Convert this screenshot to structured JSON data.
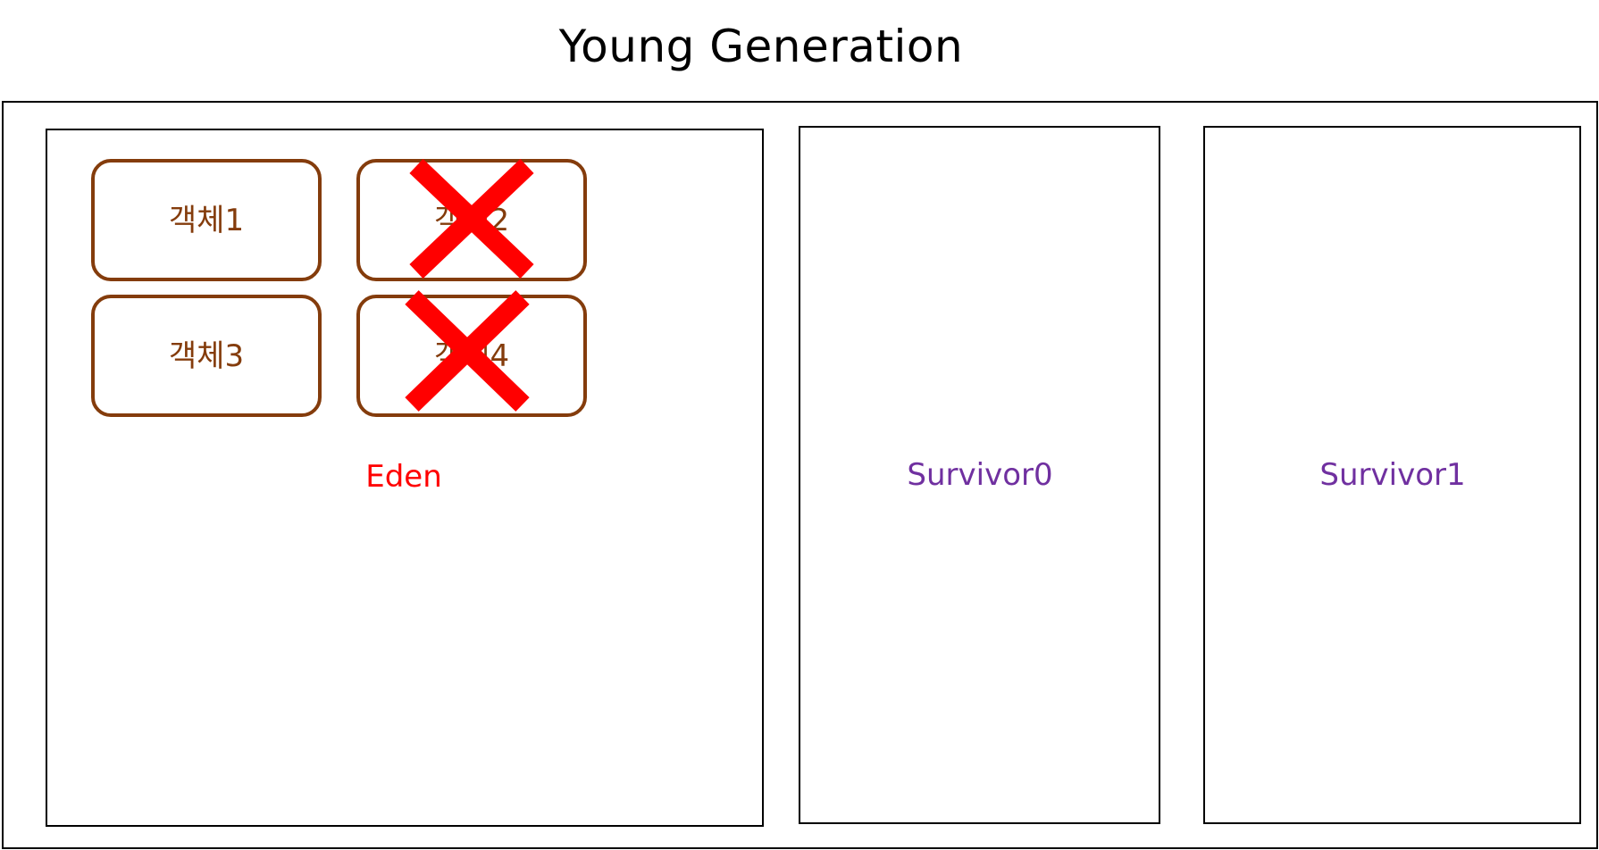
{
  "title": "Young Generation",
  "colors": {
    "border": "#000000",
    "object_border": "#843c0c",
    "object_text": "#843c0c",
    "eden_label": "#ff0000",
    "survivor_label": "#7030a0",
    "cross": "#ff0000"
  },
  "regions": {
    "eden": {
      "label": "Eden"
    },
    "survivor0": {
      "label": "Survivor0"
    },
    "survivor1": {
      "label": "Survivor1"
    }
  },
  "objects": [
    {
      "label": "객체1",
      "removed": false
    },
    {
      "label": "객체2",
      "removed": true
    },
    {
      "label": "객체3",
      "removed": false
    },
    {
      "label": "객체4",
      "removed": true
    }
  ],
  "icons": {
    "removed": "cross-icon"
  }
}
